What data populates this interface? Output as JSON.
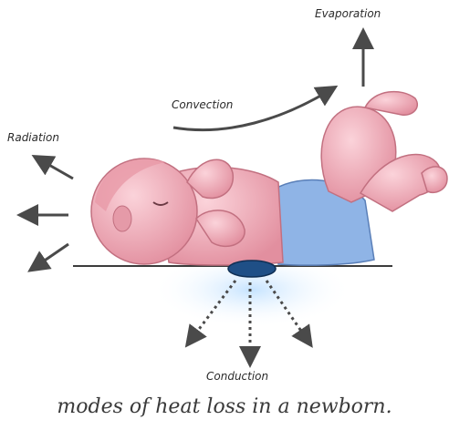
{
  "labels": {
    "evaporation": "Evaporation",
    "convection": "Convection",
    "radiation": "Radiation",
    "conduction": "Conduction"
  },
  "caption": "modes of heat loss in a newborn.",
  "colors": {
    "skin": "#f0aeb8",
    "skin_shade": "#d98a98",
    "diaper": "#8fb4e6",
    "surface": "#1f4f86",
    "arrow": "#4a4a4a"
  }
}
